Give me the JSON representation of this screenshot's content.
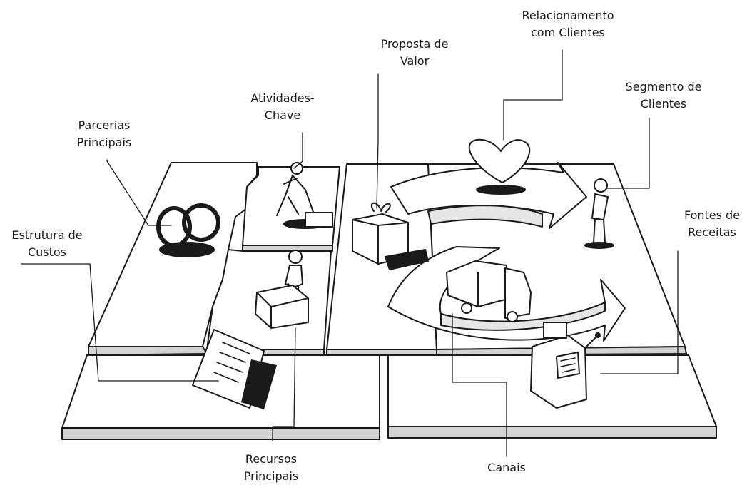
{
  "labels": {
    "key_partners": [
      "Parcerias",
      "Principais"
    ],
    "key_activities": [
      "Atividades-",
      "Chave"
    ],
    "value_proposition": [
      "Proposta de",
      "Valor"
    ],
    "customer_relationships": [
      "Relacionamento",
      "com Clientes"
    ],
    "customer_segments": [
      "Segmento de",
      "Clientes"
    ],
    "revenue_streams": [
      "Fontes de",
      "Receitas"
    ],
    "cost_structure": [
      "Estrutura de",
      "Custos"
    ],
    "key_resources": [
      "Recursos",
      "Principais"
    ],
    "channels": [
      "Canais"
    ]
  },
  "colors": {
    "stroke": "#1a1a1a",
    "board_fill": "#ffffff",
    "board_side": "#d4d4d4",
    "arrow_band": "#e6e6e6"
  }
}
